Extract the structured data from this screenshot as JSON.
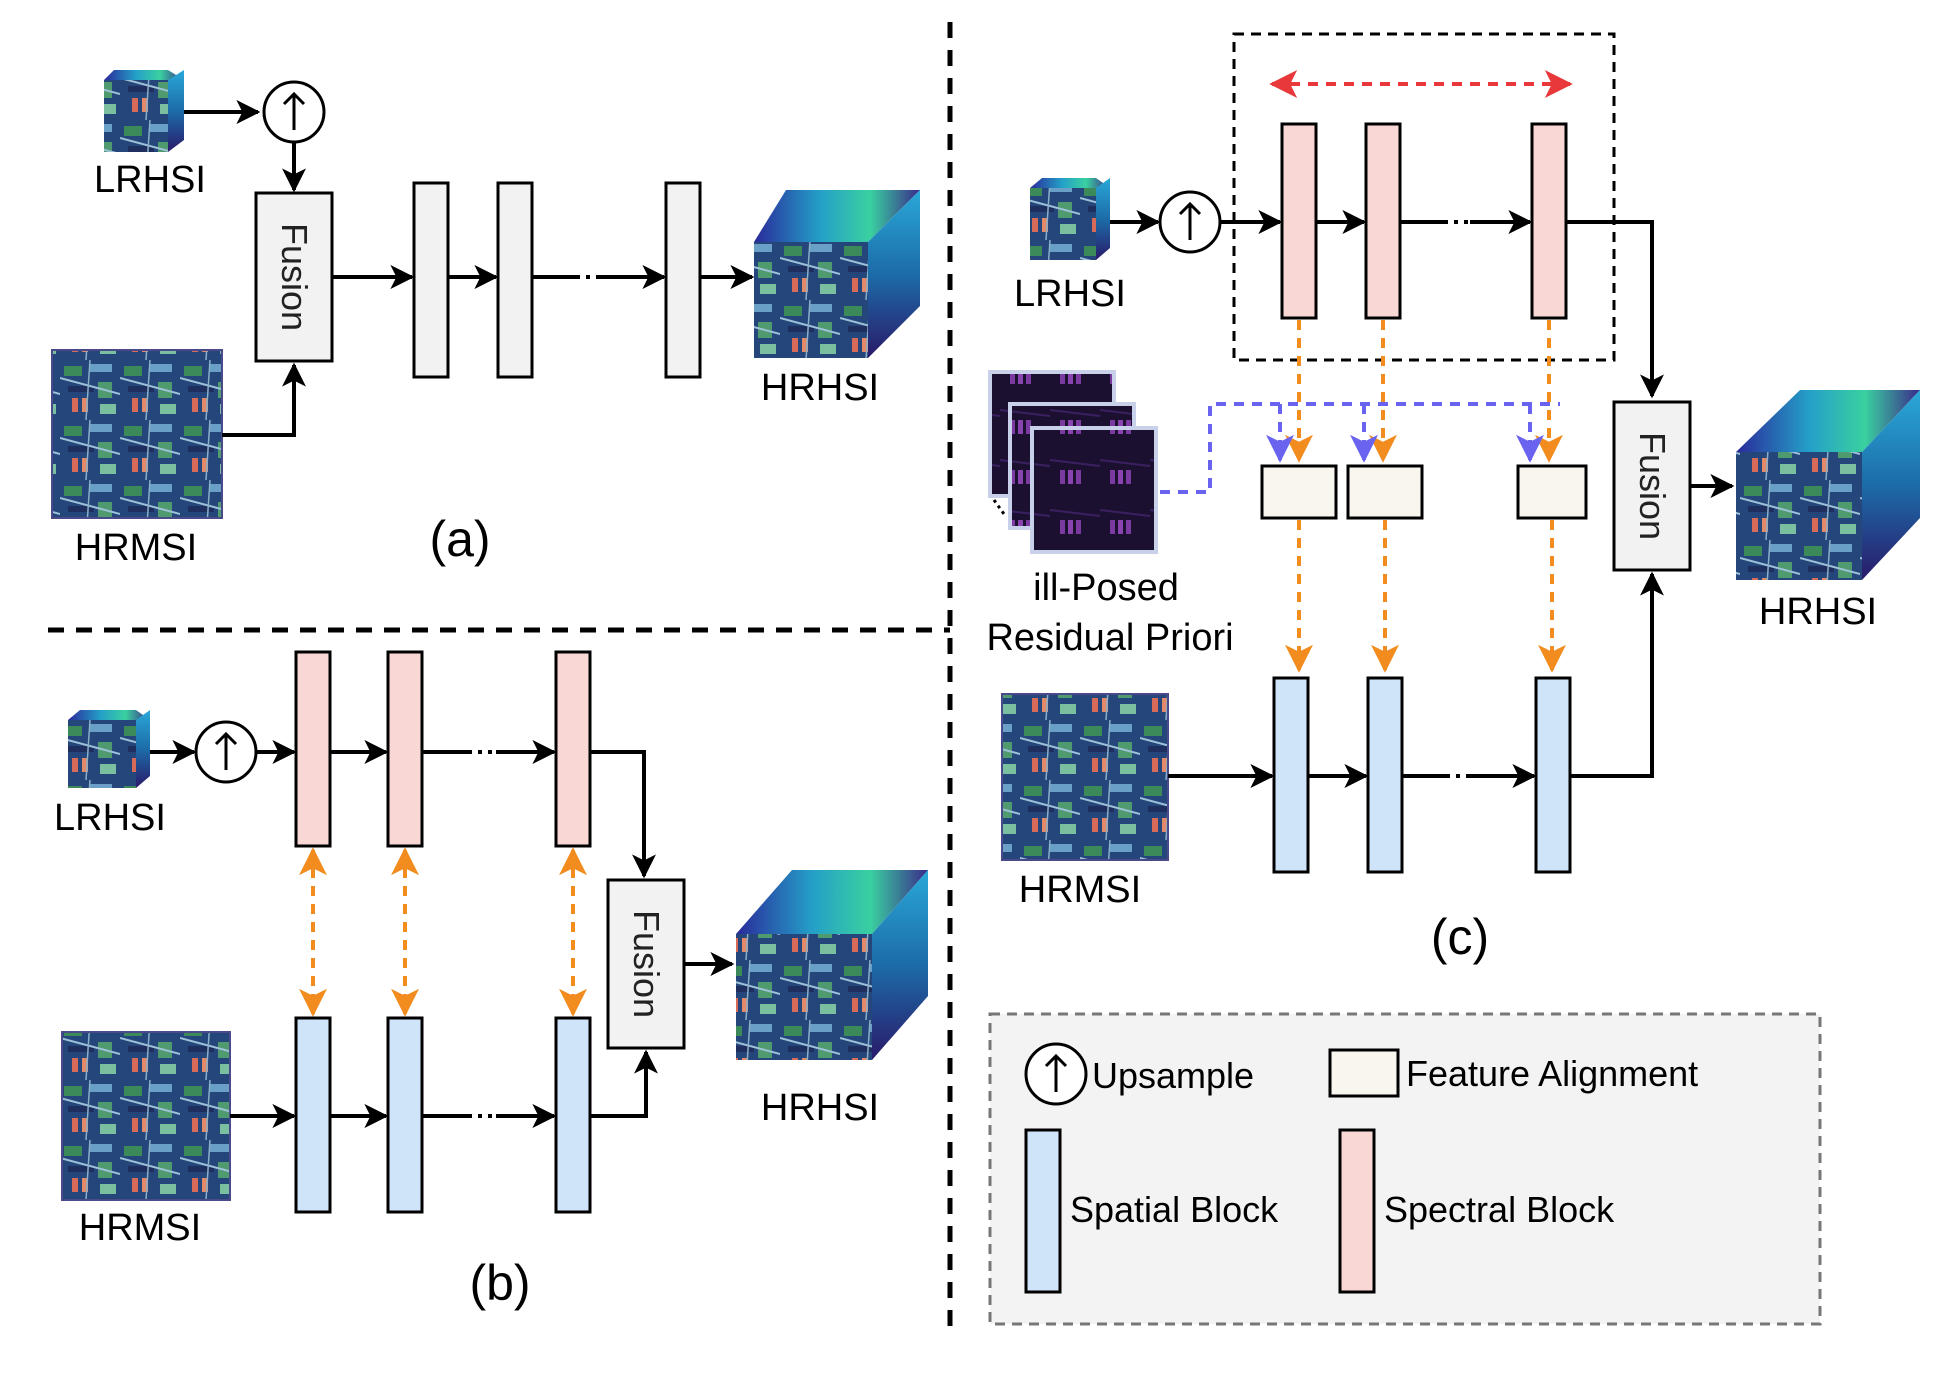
{
  "labels": {
    "lrhsi": "LRHSI",
    "hrmsi": "HRMSI",
    "hrhsi": "HRHSI",
    "fusion": "Fusion",
    "prior_line1": "ill-Posed",
    "prior_line2": "Residual Priori"
  },
  "panels": {
    "a": "(a)",
    "b": "(b)",
    "c": "(c)"
  },
  "legend": {
    "upsample": "Upsample",
    "feature_alignment": "Feature Alignment",
    "spatial_block": "Spatial Block",
    "spectral_block": "Spectral Block"
  },
  "colors": {
    "spectral_fill": "#f8d7d4",
    "spatial_fill": "#cfe4f8",
    "generic_fill": "#f2f2f2",
    "alignment_fill": "#f8f6ee",
    "legend_bg": "#f3f3f3",
    "orange_arrow": "#f28c1e",
    "red_arrow": "#e8383b",
    "purple_arrow": "#6a63f0"
  }
}
